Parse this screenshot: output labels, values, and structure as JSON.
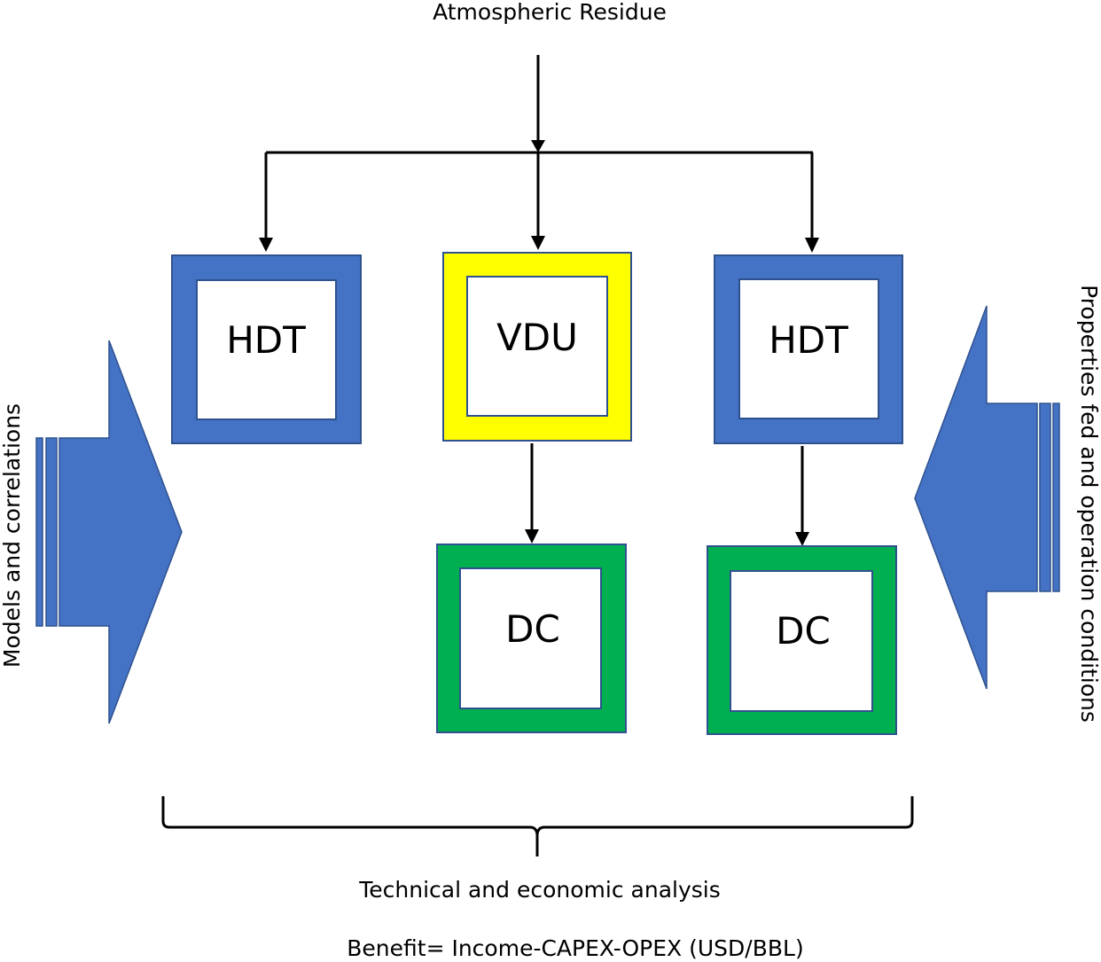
{
  "diagram": {
    "input_label": "Atmospheric Residue",
    "nodes": {
      "hdt_left": {
        "label": "HDT",
        "frame_color": "#4472C4"
      },
      "vdu": {
        "label": "VDU",
        "frame_color": "#FFFF00"
      },
      "hdt_right": {
        "label": "HDT",
        "frame_color": "#4472C4"
      },
      "dc_left": {
        "label": "DC",
        "frame_color": "#00B050"
      },
      "dc_right": {
        "label": "DC",
        "frame_color": "#00B050"
      }
    },
    "edges": [
      {
        "from": "Atmospheric Residue",
        "to": "HDT (left)"
      },
      {
        "from": "Atmospheric Residue",
        "to": "VDU"
      },
      {
        "from": "Atmospheric Residue",
        "to": "HDT (right)"
      },
      {
        "from": "VDU",
        "to": "DC (left)"
      },
      {
        "from": "HDT (right)",
        "to": "DC (right)"
      }
    ],
    "left_arrow_label": "Models and correlations",
    "right_arrow_label": "Properties fed and operation conditions",
    "arrow_color": "#4472C4",
    "outline_color": "#2F528F",
    "brace_label": "Technical and economic analysis",
    "formula": "Benefit= Income-CAPEX-OPEX (USD/BBL)"
  }
}
